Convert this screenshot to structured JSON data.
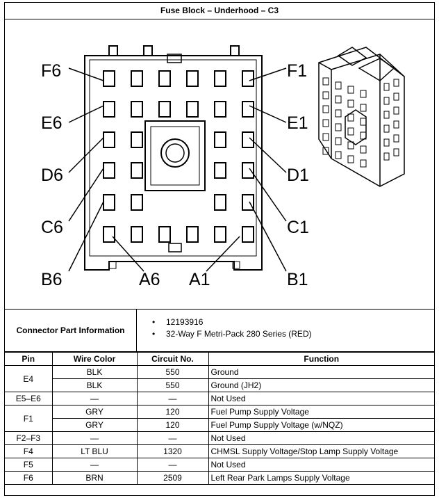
{
  "title": "Fuse Block – Underhood – C3",
  "diagram": {
    "labels_left": [
      "F6",
      "E6",
      "D6",
      "C6",
      "B6"
    ],
    "labels_right": [
      "F1",
      "E1",
      "D1",
      "C1",
      "B1"
    ],
    "labels_bottom": [
      "A6",
      "A1"
    ]
  },
  "connector_info": {
    "label": "Connector Part Information",
    "items": [
      "12193916",
      "32-Way F Metri-Pack 280 Series (RED)"
    ]
  },
  "table": {
    "headers": [
      "Pin",
      "Wire Color",
      "Circuit No.",
      "Function"
    ],
    "rows": [
      {
        "pin": "E4",
        "color": "BLK",
        "circuit": "550",
        "function": "Ground"
      },
      {
        "pin": "",
        "color": "BLK",
        "circuit": "550",
        "function": "Ground (JH2)"
      },
      {
        "pin": "E5–E6",
        "color": "—",
        "circuit": "—",
        "function": "Not Used"
      },
      {
        "pin": "F1",
        "color": "GRY",
        "circuit": "120",
        "function": "Fuel Pump Supply Voltage"
      },
      {
        "pin": "",
        "color": "GRY",
        "circuit": "120",
        "function": "Fuel Pump Supply Voltage (w/NQZ)"
      },
      {
        "pin": "F2–F3",
        "color": "—",
        "circuit": "—",
        "function": "Not Used"
      },
      {
        "pin": "F4",
        "color": "LT BLU",
        "circuit": "1320",
        "function": "CHMSL Supply Voltage/Stop Lamp Supply Voltage"
      },
      {
        "pin": "F5",
        "color": "—",
        "circuit": "—",
        "function": "Not Used"
      },
      {
        "pin": "F6",
        "color": "BRN",
        "circuit": "2509",
        "function": "Left Rear Park Lamps Supply Voltage"
      }
    ]
  }
}
